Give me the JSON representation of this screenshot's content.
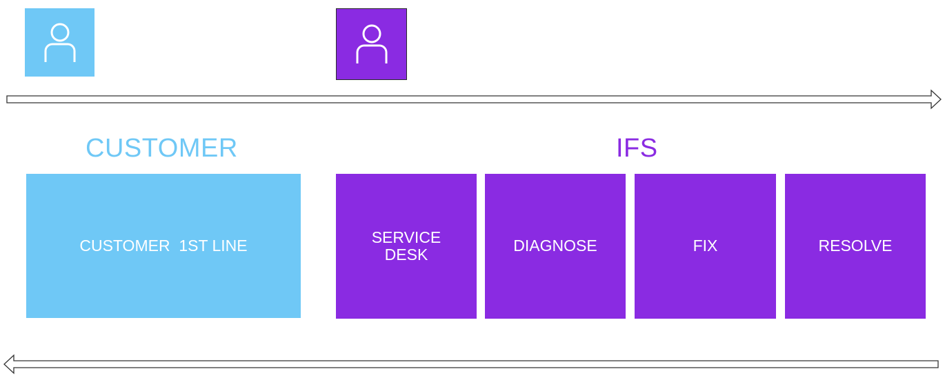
{
  "avatars": [
    {
      "icon": "user-icon",
      "color": "#6fc8f6"
    },
    {
      "icon": "user-icon",
      "color": "#8a2be2"
    }
  ],
  "arrows": [
    {
      "direction": "right"
    },
    {
      "direction": "left"
    }
  ],
  "sections": {
    "customer": {
      "label": "CUSTOMER",
      "color": "#6fc8f6"
    },
    "ifs": {
      "label": "IFS",
      "color": "#8a2be2"
    }
  },
  "customer_box": {
    "label": "CUSTOMER  1ST LINE"
  },
  "ifs_steps": [
    {
      "label": "SERVICE DESK"
    },
    {
      "label": "DIAGNOSE"
    },
    {
      "label": "FIX"
    },
    {
      "label": "RESOLVE"
    }
  ]
}
